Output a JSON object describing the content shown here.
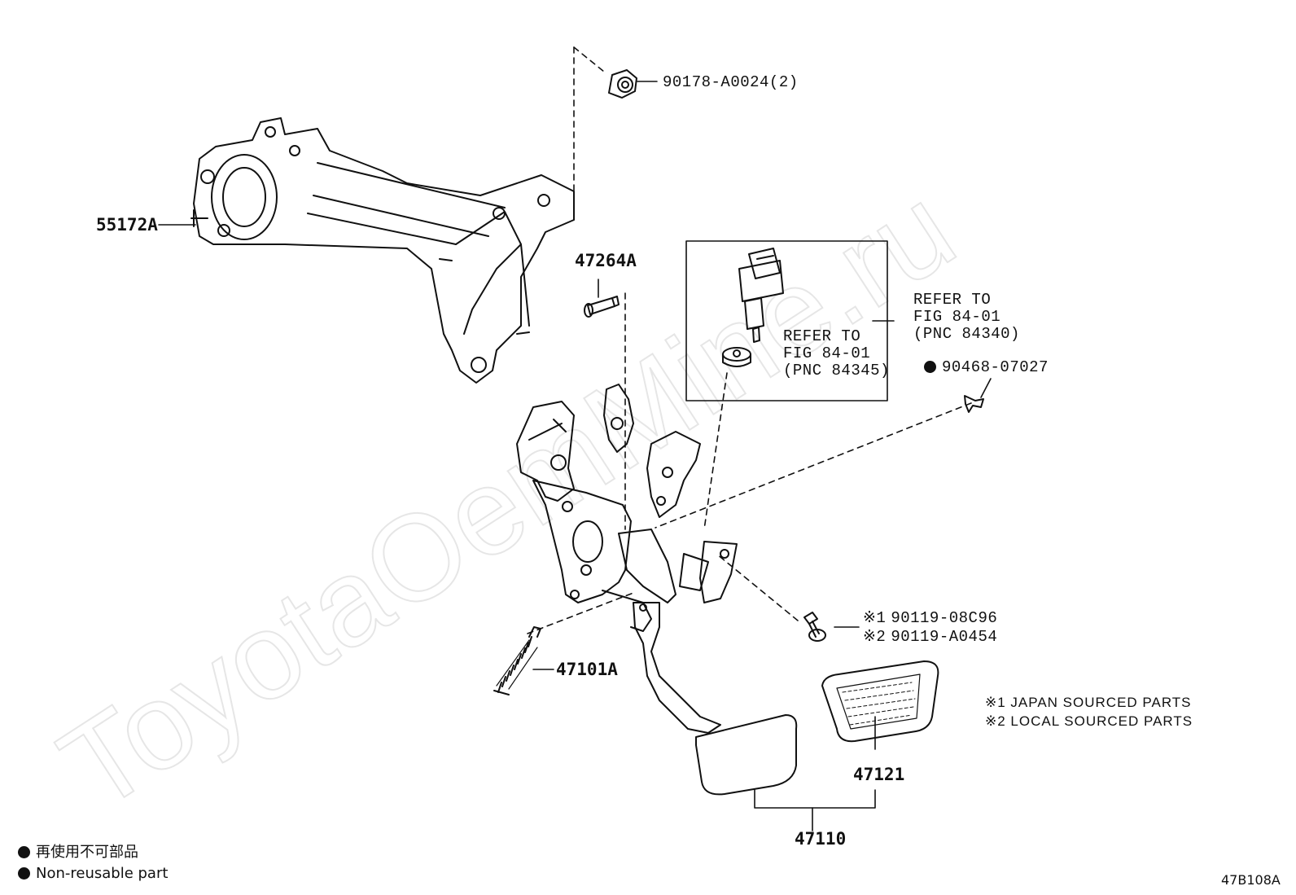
{
  "watermark": "ToyotaOemMine.ru",
  "parts": {
    "bracket": "55172A",
    "nut": "90178-A0024(2)",
    "pin": "47264A",
    "clip": "90468-07027",
    "bolt_japan": "90119-08C96",
    "bolt_local": "90119-A0454",
    "spring": "47101A",
    "pad": "47121",
    "pedal_assy": "47110"
  },
  "references": {
    "switch": [
      "REFER TO",
      "FIG 84-01",
      "(PNC 84340)"
    ],
    "cushion": [
      "REFER TO",
      "FIG 84-01",
      "(PNC 84345)"
    ]
  },
  "marks": {
    "japan": "※1",
    "local": "※2"
  },
  "notes": {
    "japan": "※1 JAPAN SOURCED PARTS",
    "local": "※2 LOCAL SOURCED PARTS"
  },
  "legend": {
    "jp": "再使用不可部品",
    "en": "Non-reusable part"
  },
  "figure_code": "47B108A"
}
